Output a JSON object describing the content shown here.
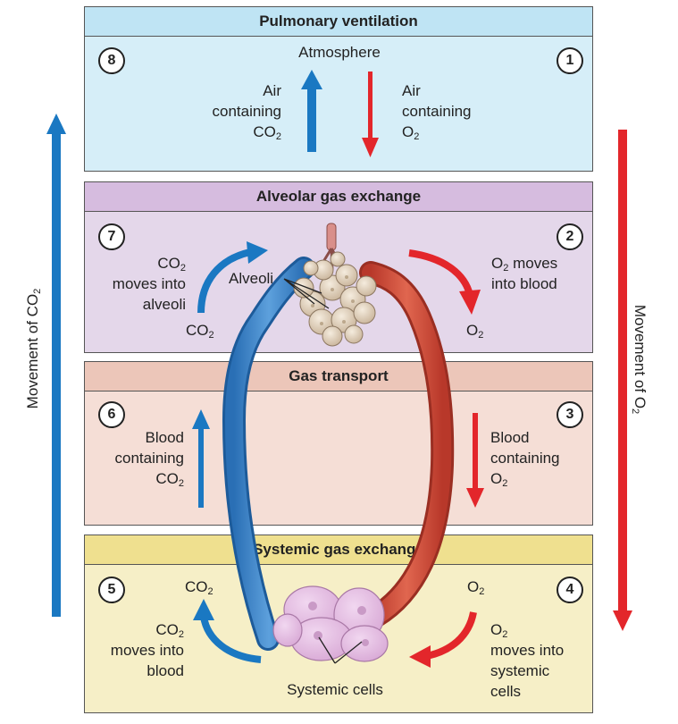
{
  "panels": {
    "pulmonary": {
      "title": "Pulmonary ventilation"
    },
    "alveolar": {
      "title": "Alveolar gas exchange"
    },
    "transport": {
      "title": "Gas transport"
    },
    "systemic": {
      "title": "Systemic gas exchange"
    }
  },
  "steps": {
    "s1": "1",
    "s2": "2",
    "s3": "3",
    "s4": "4",
    "s5": "5",
    "s6": "6",
    "s7": "7",
    "s8": "8"
  },
  "labels": {
    "atmosphere": "Atmosphere",
    "air_co2_l1": "Air",
    "air_co2_l2": "containing",
    "air_co2_l3": "CO",
    "air_o2_l1": "Air",
    "air_o2_l2": "containing",
    "air_o2_l3": "O",
    "co2_alv_l1": "CO",
    "co2_alv_l2": "moves into",
    "co2_alv_l3": "alveoli",
    "alveoli": "Alveoli",
    "co2_small": "CO",
    "o2_moves_l1": " moves",
    "o2_moves_l1_prefix": "O",
    "o2_moves_l2": "into blood",
    "o2_small": "O",
    "blood_co2_l1": "Blood",
    "blood_co2_l2": "containing",
    "blood_co2_l3": "CO",
    "blood_o2_l1": "Blood",
    "blood_o2_l2": "containing",
    "blood_o2_l3": "O",
    "sys_co2_top": "CO",
    "sys_o2_top": "O",
    "co2_blood_l1": "CO",
    "co2_blood_l2": "moves into",
    "co2_blood_l3": "blood",
    "o2_sys_l1": "O",
    "o2_sys_l2": "moves into",
    "o2_sys_l3": "systemic",
    "o2_sys_l4": "cells",
    "systemic_cells": "Systemic cells",
    "sub2": "2",
    "movement_co2": "Movement of CO",
    "movement_o2": "Movement of O"
  },
  "colors": {
    "co2_blue": "#1a78c2",
    "o2_red": "#e3262b"
  }
}
